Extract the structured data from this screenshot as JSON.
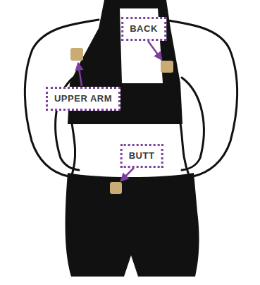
{
  "diagram": {
    "nodes": [
      {
        "text": [
          "BACK"
        ]
      },
      {
        "text": [
          "UPPER ARM"
        ]
      },
      {
        "text": [
          "BUTT"
        ]
      }
    ]
  }
}
